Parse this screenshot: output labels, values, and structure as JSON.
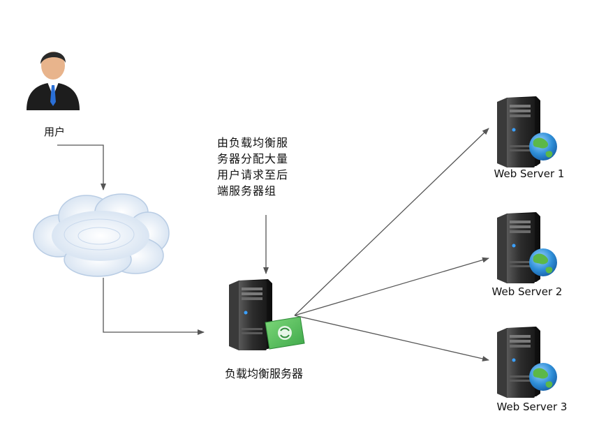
{
  "diagram": {
    "user_label": "用户",
    "balancer_label": "负载均衡服务器",
    "note_lines": [
      "由负载均衡服",
      "务器分配大量",
      "用户请求至后",
      "端服务器组"
    ],
    "servers": [
      {
        "label": "Web Server 1"
      },
      {
        "label": "Web Server 2"
      },
      {
        "label": "Web Server 3"
      }
    ]
  },
  "colors": {
    "line": "#555555",
    "server_body": "#2b2b2b",
    "cloud": "#dfe9f5",
    "globe": "#3a9ad9",
    "land": "#5cb848",
    "suit": "#1d1d1d",
    "skin": "#e8b48c"
  }
}
